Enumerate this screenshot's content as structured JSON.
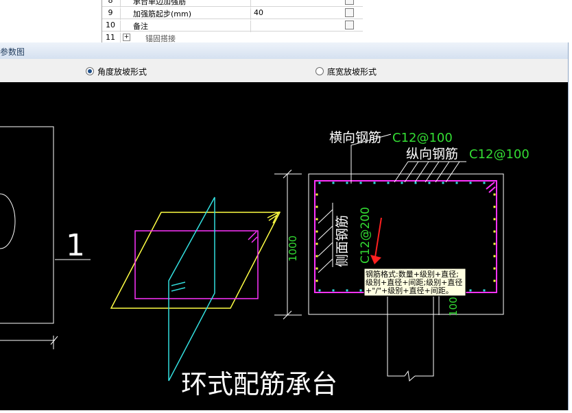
{
  "property_table": {
    "rows": [
      {
        "num": "8",
        "name": "承台单边加强筋",
        "value": "",
        "partial": true
      },
      {
        "num": "9",
        "name": "加强筋起步(mm)",
        "value": "40"
      },
      {
        "num": "10",
        "name": "备注",
        "value": ""
      },
      {
        "num": "11",
        "name": "锚固搭接",
        "value": "",
        "expander": "+"
      }
    ]
  },
  "dialog": {
    "title": "参数图",
    "options": [
      {
        "label": "角度放坡形式",
        "selected": true
      },
      {
        "label": "底宽放坡形式",
        "selected": false
      }
    ]
  },
  "drawing": {
    "section_number": "1",
    "horizontal_rebar_label": "横向钢筋",
    "horizontal_rebar_value": "C12@100",
    "longitudinal_rebar_label": "纵向钢筋",
    "longitudinal_rebar_value": "C12@100",
    "side_rebar_label": "侧面钢筋",
    "side_rebar_value": "C12@200",
    "height_dim": "1000",
    "bottom_dim": "100",
    "tooltip_lines": [
      "钢筋格式:数量+级别+直径;",
      "级别+直径+间距;级别+直径",
      "+\"/\"+级别+直径+间距。"
    ],
    "caption": "环式配筋承台"
  },
  "colors": {
    "canvas_bg": "#000000",
    "magenta": "#ff33ff",
    "yellow": "#ffff44",
    "cyan": "#33e0e0",
    "green": "#33dd33",
    "white": "#ffffff",
    "red": "#ff2020"
  }
}
